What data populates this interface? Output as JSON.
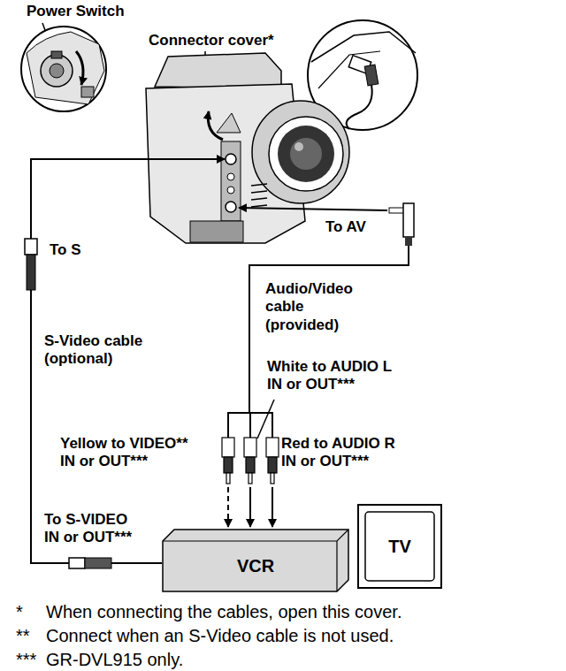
{
  "diagram": {
    "nodes": [
      {
        "text": [
          "VCR"
        ]
      },
      {
        "text": [
          "TV"
        ]
      }
    ],
    "labels": [
      "Power Switch",
      "Connector cover*",
      "To AV",
      "To S",
      "Audio/Video cable (provided)",
      "S-Video cable (optional)",
      "White to AUDIO L IN or OUT***",
      "Yellow to VIDEO** IN or OUT***",
      "Red to AUDIO R IN or OUT***",
      "To S-VIDEO IN or OUT***",
      "*",
      "When connecting the cables, open this cover.",
      "**",
      "Connect when an S-Video cable is not used.",
      "***",
      "GR-DVL915 only."
    ]
  }
}
